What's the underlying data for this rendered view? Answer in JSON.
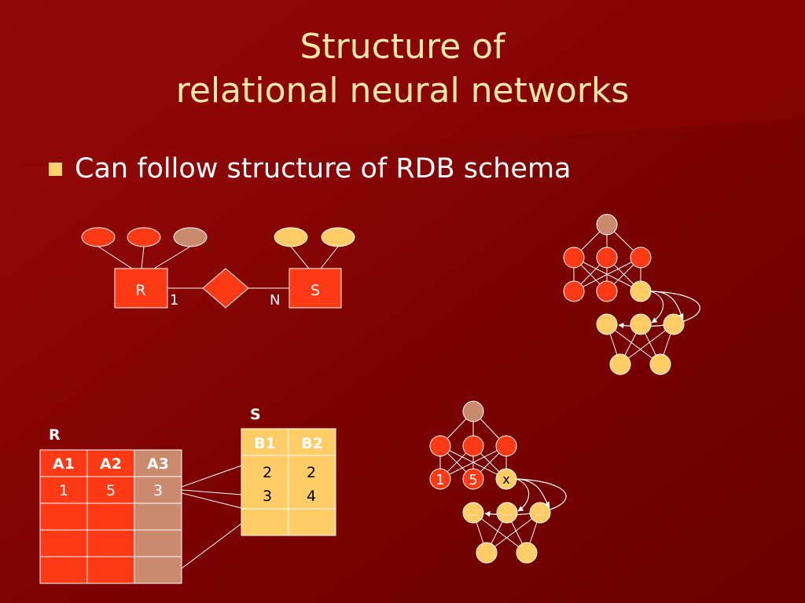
{
  "slide": {
    "title_line1": "Structure of",
    "title_line2": "relational neural networks",
    "bullet": "Can follow structure of RDB schema"
  },
  "er": {
    "entity_r": "R",
    "entity_s": "S",
    "card_left": "1",
    "card_right": "N"
  },
  "table_r": {
    "label": "R",
    "headers": [
      "A1",
      "A2",
      "A3"
    ],
    "rows": [
      [
        "1",
        "5",
        "3"
      ],
      [
        "",
        "",
        ""
      ],
      [
        "",
        "",
        ""
      ],
      [
        "",
        "",
        ""
      ]
    ]
  },
  "table_s": {
    "label": "S",
    "headers": [
      "B1",
      "B2"
    ],
    "rows": [
      [
        "2",
        "2"
      ],
      [
        "3",
        "4"
      ],
      [
        "",
        ""
      ]
    ]
  },
  "net2": {
    "in1": "1",
    "in2": "5",
    "in3": "x",
    "hid": "…"
  },
  "colors": {
    "background": "#7a0000",
    "entity_red": "#ff3a14",
    "entity_tan": "#c98a6e",
    "entity_yellow": "#ffcc66",
    "title": "#ffe9a8",
    "bullet_square": "#ffd36b"
  }
}
